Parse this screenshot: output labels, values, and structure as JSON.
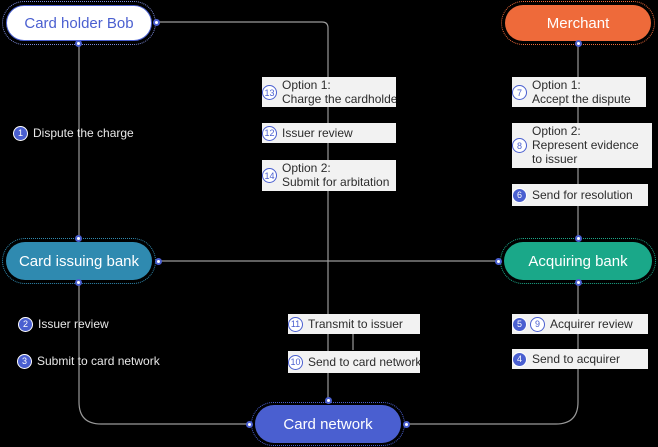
{
  "colors": {
    "line": "#9a9a9a",
    "accent_blue": "#4a5fd0",
    "merchant": "#ee6a3a",
    "issuing_bank": "#2f8ab0",
    "acquiring_bank": "#1aa889",
    "card_network": "#4a5fd0"
  },
  "nodes": {
    "cardholder": "Card holder Bob",
    "merchant": "Merchant",
    "issuing_bank": "Card issuing bank",
    "acquiring_bank": "Acquiring bank",
    "card_network": "Card network"
  },
  "steps": {
    "s1": {
      "badge": "1",
      "text": "Dispute the charge"
    },
    "s2": {
      "badge": "2",
      "text": "Issuer review"
    },
    "s3": {
      "badge": "3",
      "text": "Submit to card network"
    },
    "s4": {
      "badge": "4",
      "text": "Send to acquirer"
    },
    "s5": {
      "badge": "5",
      "badge_b": "9",
      "text": "Acquirer review"
    },
    "s6": {
      "badge": "6",
      "text": "Send for resolution"
    },
    "s7": {
      "badge": "7",
      "line1": "Option 1:",
      "line2": "Accept the dispute"
    },
    "s8": {
      "badge": "8",
      "line1": "Option 2:",
      "line2": "Represent evidence",
      "line3": "to issuer"
    },
    "s10": {
      "badge": "10",
      "text": "Send to card network"
    },
    "s11": {
      "badge": "11",
      "text": "Transmit to issuer"
    },
    "s12": {
      "badge": "12",
      "text": "Issuer review"
    },
    "s13": {
      "badge": "13",
      "line1": "Option 1:",
      "line2": "Charge the cardholder"
    },
    "s14": {
      "badge": "14",
      "line1": "Option 2:",
      "line2": "Submit for arbitation"
    }
  }
}
